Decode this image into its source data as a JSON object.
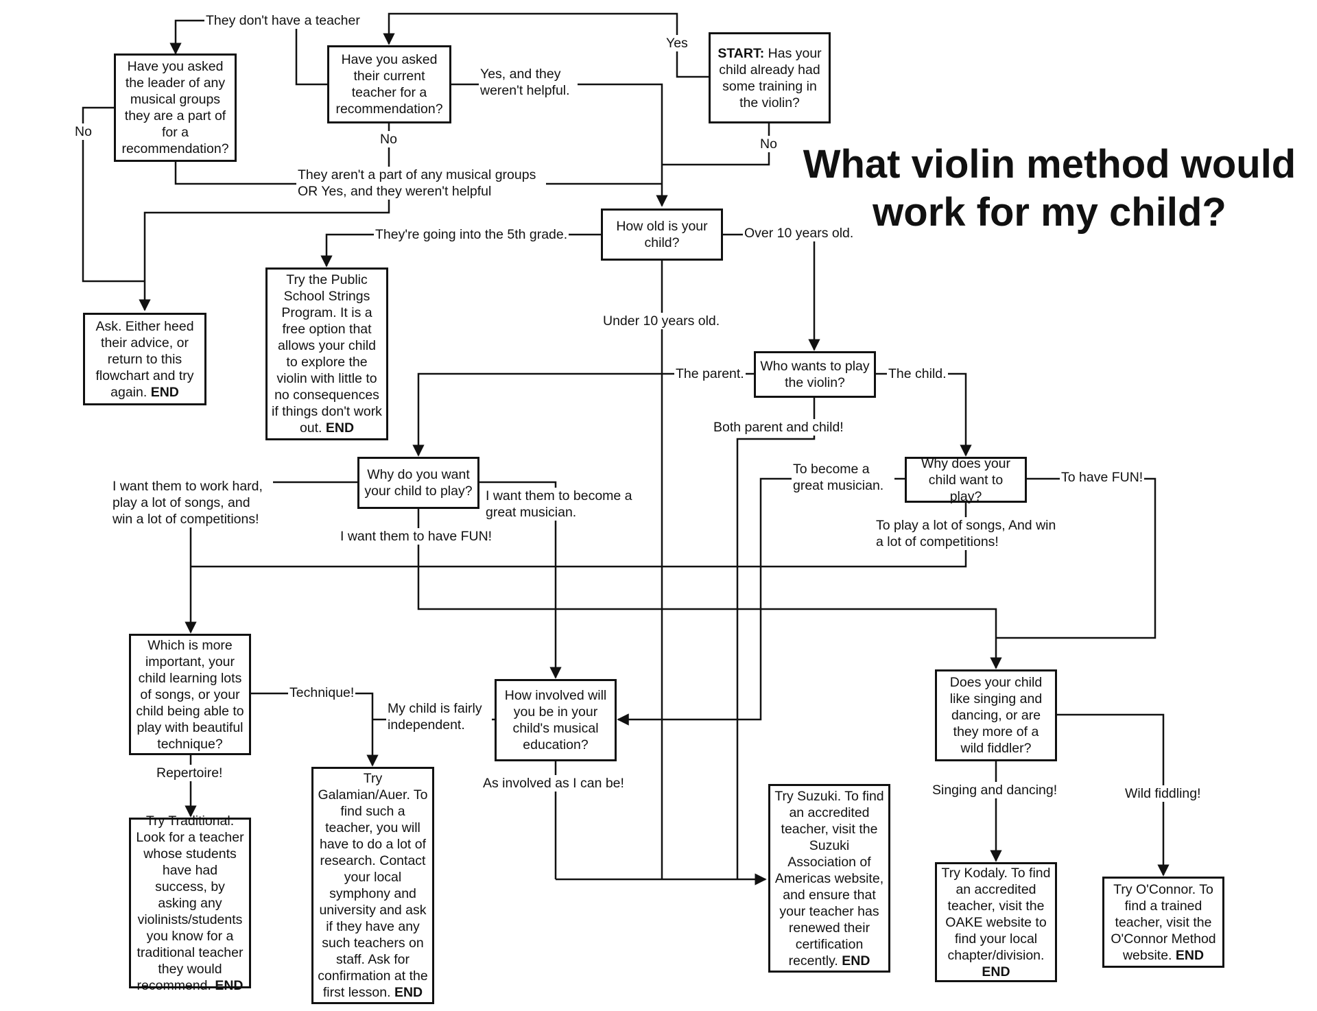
{
  "title": "What violin method would work for my child?",
  "nodes": {
    "start": {
      "lead": "START:",
      "text": " Has your child already had some training in the violin?"
    },
    "asked_teacher": {
      "text": "Have you asked their current teacher for a recommendation?"
    },
    "asked_leader": {
      "text": "Have you asked the leader of any musical groups they are a part of for a recommendation?"
    },
    "ask_either": {
      "text": "Ask. Either heed their advice, or return to this flowchart and try again. ",
      "end": "END"
    },
    "how_old": {
      "text": "How old is your child?"
    },
    "public_school": {
      "text": "Try the Public School Strings Program. It is a free option that allows your child to explore the violin with little to no consequences if things don't work out. ",
      "end": "END"
    },
    "who_wants": {
      "text": "Who wants to play the violin?"
    },
    "why_you": {
      "text": "Why do you want your child to play?"
    },
    "why_child": {
      "text": "Why does your child want to play?"
    },
    "which_important": {
      "text": "Which is more important, your child learning lots of songs, or your child being able to play with beautiful technique?"
    },
    "how_involved": {
      "text": "How involved will you be in your child's musical education?"
    },
    "singing_dancing": {
      "text": "Does your child like singing and dancing, or are they more of a wild fiddler?"
    },
    "traditional": {
      "text": "Try Traditional. Look for a teacher whose students have had success, by asking any violinists/students you know for a traditional teacher they would recommend. ",
      "end": "END"
    },
    "galamian": {
      "text": "Try Galamian/Auer. To find such a teacher, you will have to do a lot of research. Contact your local symphony and university and ask if they have any such teachers on staff. Ask for confirmation at the first lesson. ",
      "end": "END"
    },
    "suzuki": {
      "text": "Try Suzuki. To find an accredited teacher, visit the Suzuki Association of Americas website, and ensure that your teacher has renewed their certification recently. ",
      "end": "END"
    },
    "kodaly": {
      "text": "Try Kodaly. To find an accredited teacher, visit the OAKE website to find your local chapter/division. ",
      "end": "END"
    },
    "oconnor": {
      "text": "Try O'Connor. To find a trained teacher,  visit the O'Connor Method website. ",
      "end": "END"
    }
  },
  "labels": {
    "no_teacher": "They don't have a teacher",
    "yes_start": "Yes",
    "yes_unhelpful": "Yes, and they weren't helpful.",
    "no_start": "No",
    "no_teacher_ask": "No",
    "no_leader": "No",
    "not_part_groups": "They aren't a part of any musical groups OR Yes, and they weren't helpful",
    "fifth_grade": "They're going into the 5th grade.",
    "over_10": "Over 10 years old.",
    "under_10": "Under 10 years old.",
    "the_parent": "The parent.",
    "the_child": "The child.",
    "both": "Both parent and child!",
    "work_hard": "I want them to work hard, play a lot of songs, and win a lot of competitions!",
    "great_musician_parent": "I want them to become a great musician.",
    "fun_parent": "I want them to have FUN!",
    "great_musician_child": "To become a great musician.",
    "fun_child": "To have FUN!",
    "songs_competitions": "To play a lot of songs, And win a lot of competitions!",
    "technique": "Technique!",
    "independent": "My child is fairly independent.",
    "repertoire": "Repertoire!",
    "involved": "As involved as I can be!",
    "singing": "Singing and dancing!",
    "wild": "Wild fiddling!"
  }
}
